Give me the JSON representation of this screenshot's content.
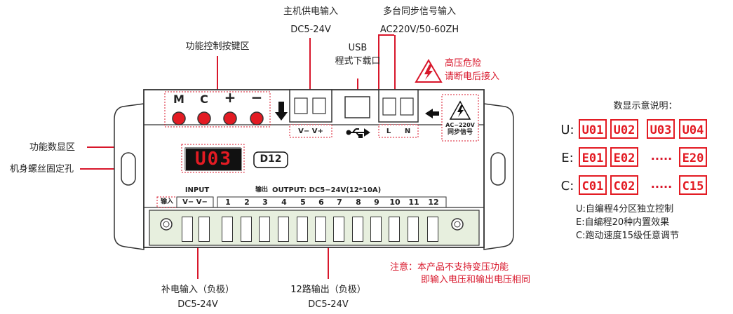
{
  "callouts": {
    "main_power": {
      "title": "主机供电输入",
      "range": "DC5-24V"
    },
    "sync_signal": {
      "title": "多台同步信号输入",
      "range": "AC220V/50-60ZH"
    },
    "keys_area": "功能控制按键区",
    "usb": {
      "title": "USB",
      "sub": "程式下载口"
    },
    "hv_warning": {
      "line1": "高压危险",
      "line2": "请断电后接入"
    },
    "display_area": "功能数显区",
    "mount_hole": "机身螺丝固定孔",
    "aux_power": {
      "title": "补电输入（负极）",
      "range": "DC5-24V"
    },
    "outputs": {
      "title": "12路输出（负极）",
      "range": "DC5-24V"
    },
    "note": {
      "line1": "注意：本产品不支持变压功能",
      "line2": "即输入电压和输出电压相同"
    }
  },
  "device": {
    "buttons": [
      "M",
      "C",
      "+",
      "−"
    ],
    "display_value": "U03",
    "model": "D12",
    "power_terminal_labels": "V−  V+",
    "sync_terminal_labels": [
      "L",
      "N"
    ],
    "sync_badge": {
      "line1": "AC−220V",
      "line2": "同步信号"
    },
    "input_header": "INPUT",
    "input_cn": "输入",
    "input_pins": "V−  V−",
    "output_header_cn": "输出",
    "output_header": "OUTPUT: DC5−24V(12*10A)",
    "output_pins": [
      "1",
      "2",
      "3",
      "4",
      "5",
      "6",
      "7",
      "8",
      "9",
      "10",
      "11",
      "12"
    ]
  },
  "legend": {
    "title": "数显示意说明：",
    "rows": [
      {
        "prefix": "U:",
        "items": [
          "U01",
          "U02",
          "U03",
          "U04"
        ]
      },
      {
        "prefix": "E:",
        "items": [
          "E01",
          "E02",
          "·····",
          "E20"
        ]
      },
      {
        "prefix": "C:",
        "items": [
          "C01",
          "C02",
          "·····",
          "C15"
        ]
      }
    ],
    "notes": [
      "U:自编程4分区独立控制",
      "E:自编程20种内置效果",
      "C:跑动速度15级任意调节"
    ]
  },
  "colors": {
    "accent_red": "#d8172b",
    "device_body": "#ffffff",
    "terminal_green": "#e7efde"
  }
}
